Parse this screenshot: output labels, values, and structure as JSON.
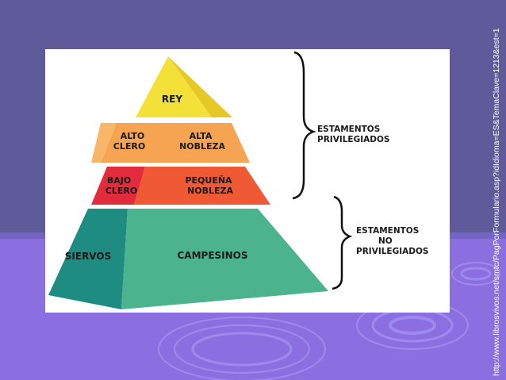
{
  "diagram": {
    "tiers": [
      {
        "left": "REY",
        "right": "",
        "color": "#f3e13a"
      },
      {
        "left_line1": "ALTO",
        "left_line2": "CLERO",
        "right_line1": "ALTA",
        "right_line2": "NOBLEZA",
        "color": "#f6a452"
      },
      {
        "left_line1": "BAJO",
        "left_line2": "CLERO",
        "right_line1": "PEQUEÑA",
        "right_line2": "NOBLEZA",
        "color": "#ee5a3a"
      },
      {
        "left": "SIERVOS",
        "right": "CAMPESINOS",
        "color": "#36ad94"
      }
    ],
    "groups": {
      "privileged_line1": "ESTAMENTOS",
      "privileged_line2": "PRIVILEGIADOS",
      "nonprivileged_line1": "ESTAMENTOS",
      "nonprivileged_line2": "NO",
      "nonprivileged_line3": "PRIVILEGIADOS"
    }
  },
  "source_url": "http://www.librosvivos.net/smtc/PagPorFormulario.asp?idIdioma=ES&TemaClave=1213&est=1",
  "colors": {
    "background_top": "#5f5b9a",
    "background_bottom": "#8b6fe0",
    "panel": "#ffffff"
  }
}
